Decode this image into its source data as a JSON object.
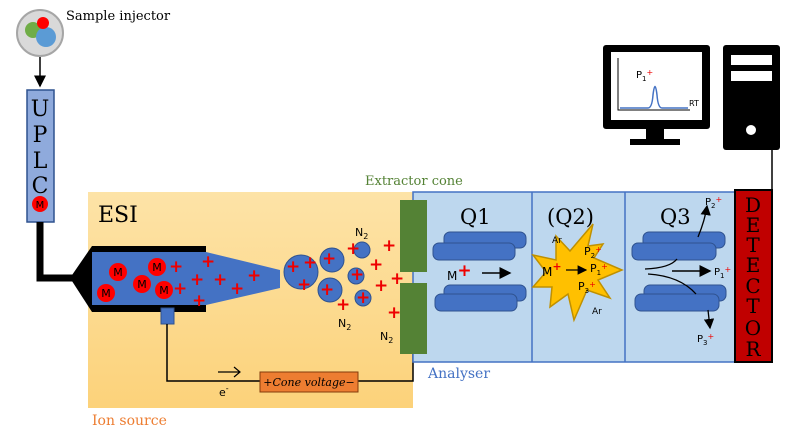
{
  "labels": {
    "sample_injector": "Sample injector",
    "uplc": [
      "U",
      "P",
      "L",
      "C"
    ],
    "molecule": "M",
    "esi": "ESI",
    "ion_source": "Ion source",
    "extractor_cone": "Extractor cone",
    "analyser": "Analyser",
    "cone_voltage": "+Cone voltage−",
    "electron": "e",
    "electron_sup": "-",
    "n2": "N",
    "n2_sub": "2",
    "q1": "Q1",
    "q2": "(Q2)",
    "q3": "Q3",
    "ar": "Ar",
    "detector": [
      "D",
      "E",
      "T",
      "E",
      "C",
      "T",
      "O",
      "R"
    ],
    "p": "P",
    "rt": "RT",
    "plus": "+"
  },
  "colors": {
    "ion_source_bg": "#fdd88a",
    "analyser_bg": "#bdd7ee",
    "extractor": "#548235",
    "detector": "#c00000",
    "ion": "#ff0000",
    "needle": "#4472c4",
    "cone_voltage_box": "#ed7d31"
  }
}
